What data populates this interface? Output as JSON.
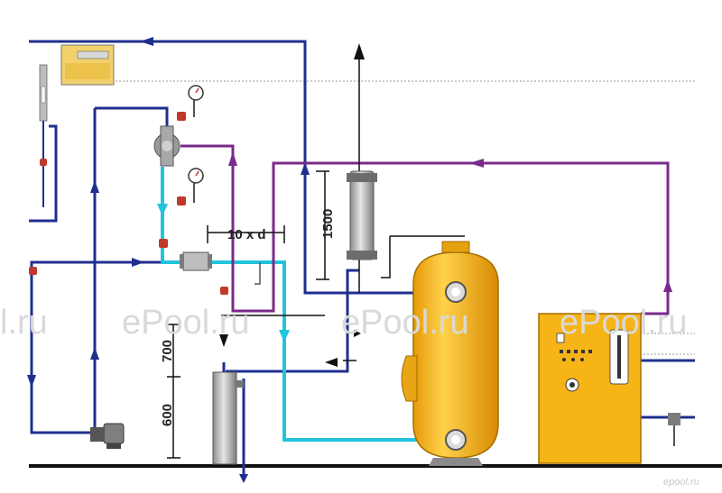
{
  "diagram": {
    "dimension_labels": {
      "mixing_distance": "10 x d",
      "vertical_1500": "1500",
      "vertical_700": "700",
      "vertical_600": "600"
    },
    "watermarks": [
      "l.ru",
      "ePool.ru",
      "ePool.ru",
      "ePool.ru"
    ],
    "corner_logo": "epool.ru",
    "colors": {
      "supply_line": "#1f2f8f",
      "filtered_line": "#22c4dc",
      "heating_line": "#7a2a8a",
      "tank": "#f3b318",
      "heat_unit": "#f6b417",
      "fitting": "#c0392b",
      "floor": "#111111"
    }
  }
}
